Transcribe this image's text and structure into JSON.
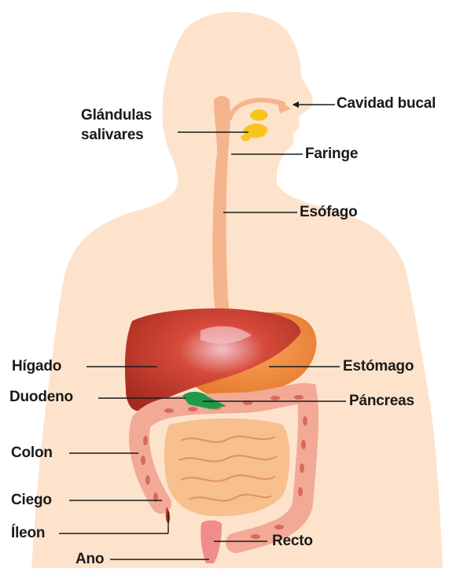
{
  "labels": {
    "cavidad_bucal": "Cavidad bucal",
    "glandulas_salivares_1": "Glándulas",
    "glandulas_salivares_2": "salivares",
    "faringe": "Faringe",
    "esofago": "Esófago",
    "higado": "Hígado",
    "estomago": "Estómago",
    "duodeno": "Duodeno",
    "pancreas": "Páncreas",
    "colon": "Colon",
    "ciego": "Ciego",
    "ileon": "Íleon",
    "recto": "Recto",
    "ano": "Ano"
  },
  "colors": {
    "body_silhouette": "#fde3cc",
    "esophagus": "#f6b48c",
    "liver": "#c0392b",
    "stomach": "#f08a3c",
    "pancreas": "#1e9a4a",
    "colon": "#f2a996",
    "small_intestine": "#f7c08e",
    "rectum": "#f08c8c",
    "salivary_glands": "#f7c51e",
    "leader_line": "#1a1a1a"
  }
}
